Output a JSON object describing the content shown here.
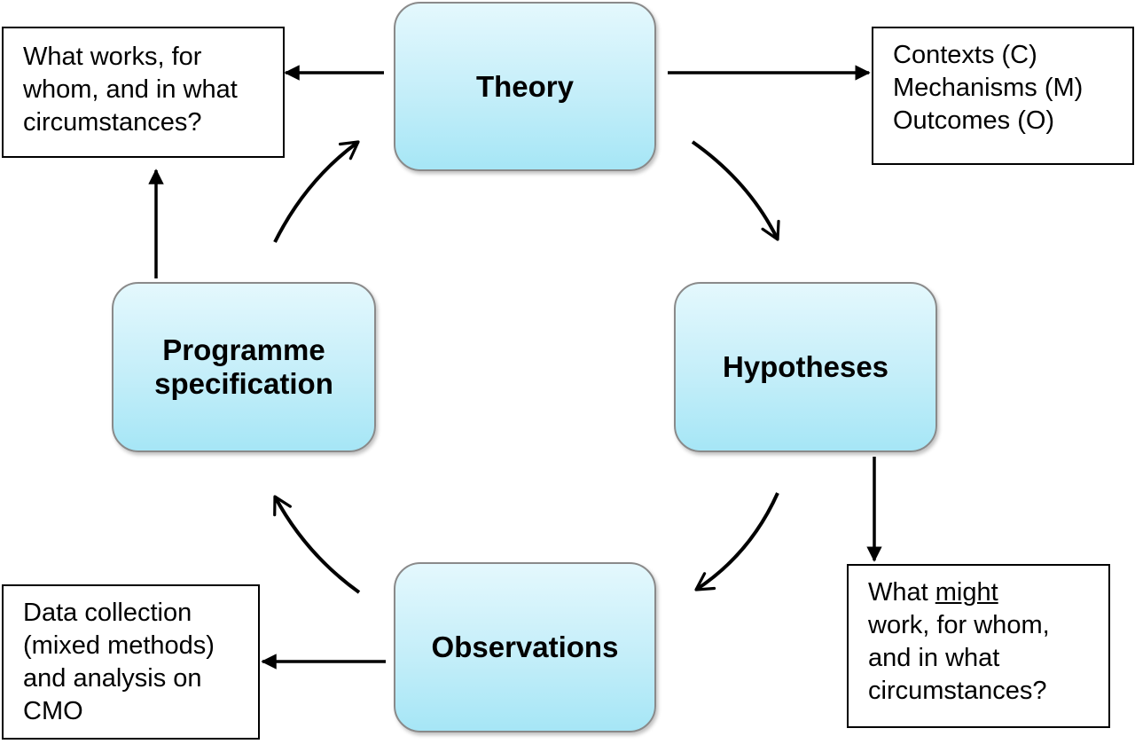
{
  "nodes": {
    "theory": "Theory",
    "hypotheses": "Hypotheses",
    "observations": "Observations",
    "programme_line1": "Programme",
    "programme_line2": "specification"
  },
  "notes": {
    "what_works": {
      "line1": "What works, for",
      "line2": "whom, and in what",
      "line3": "circumstances?"
    },
    "cmo": {
      "line1": "Contexts (C)",
      "line2": "Mechanisms (M)",
      "line3": "Outcomes (O)"
    },
    "what_might_work": {
      "line1_prefix": "What ",
      "line1_emphasis": "might",
      "line2": "work, for whom,",
      "line3": "and in what",
      "line4": "circumstances?"
    },
    "data_collection": {
      "line1": "Data collection",
      "line2": "(mixed methods)",
      "line3": "and analysis on",
      "line4": "CMO"
    }
  },
  "colors": {
    "node_fill_top": "#e4f8fd",
    "node_fill_bottom": "#a6e6f6",
    "node_border": "#8a8a8a",
    "arrow": "#000000"
  }
}
